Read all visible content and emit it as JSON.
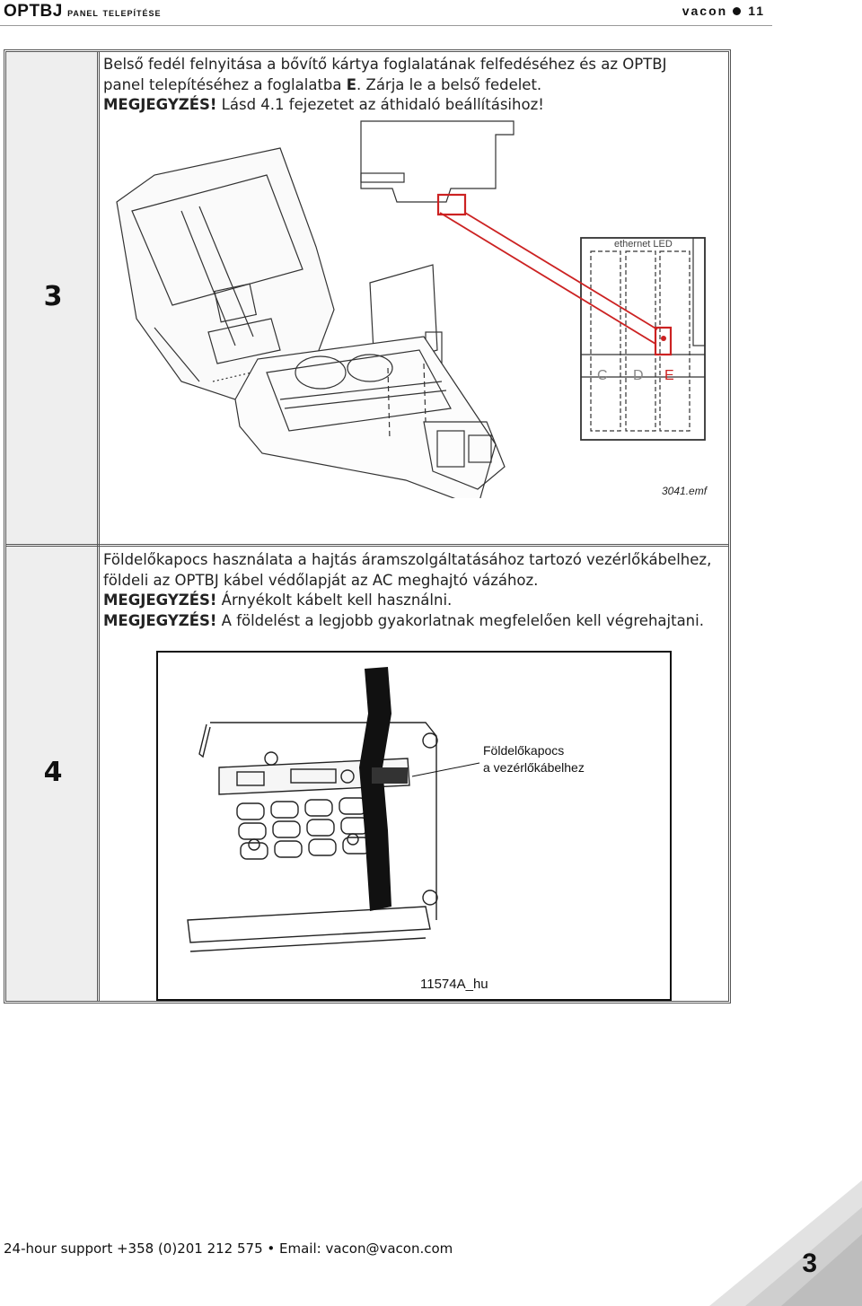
{
  "header": {
    "title_prefix": "OPTBJ",
    "title_suffix": "panel telepítése",
    "brand": "vacon",
    "page": "11"
  },
  "steps": [
    {
      "number": "3",
      "line1": "Belső fedél felnyitása a bővítő kártya foglalatának felfedéséhez és az OPTBJ",
      "line2_a": "panel telepítéséhez a foglalatba ",
      "line2_bold": "E",
      "line2_b": ". Zárja le a belső fedelet.",
      "note_label": "MEGJEGYZÉS!",
      "note_text": " Lásd 4.1 fejezetet az áthidaló beállításihoz!",
      "figure": {
        "panel_label": "ethernet LED",
        "slot_labels": [
          "C",
          "D",
          "E"
        ],
        "caption": "3041.emf",
        "highlight_color": "#cc2222"
      }
    },
    {
      "number": "4",
      "line1": "Földelőkapocs használata a hajtás áramszolgáltatásához tartozó vezérlőkábelhez,",
      "line2": "földeli az OPTBJ kábel védőlapját az AC meghajtó vázához.",
      "note1_label": "MEGJEGYZÉS!",
      "note1_text": " Árnyékolt kábelt kell használni.",
      "note2_label": "MEGJEGYZÉS!",
      "note2_text": " A földelést a legjobb gyakorlatnak megfelelően kell végrehajtani.",
      "figure": {
        "callout_line1": "Földelőkapocs",
        "callout_line2": "a vezérlőkábelhez",
        "caption": "11574A_hu"
      }
    }
  ],
  "footer": {
    "support": "24-hour support +358 (0)201 212 575 • Email: vacon@vacon.com",
    "page_number": "3"
  }
}
